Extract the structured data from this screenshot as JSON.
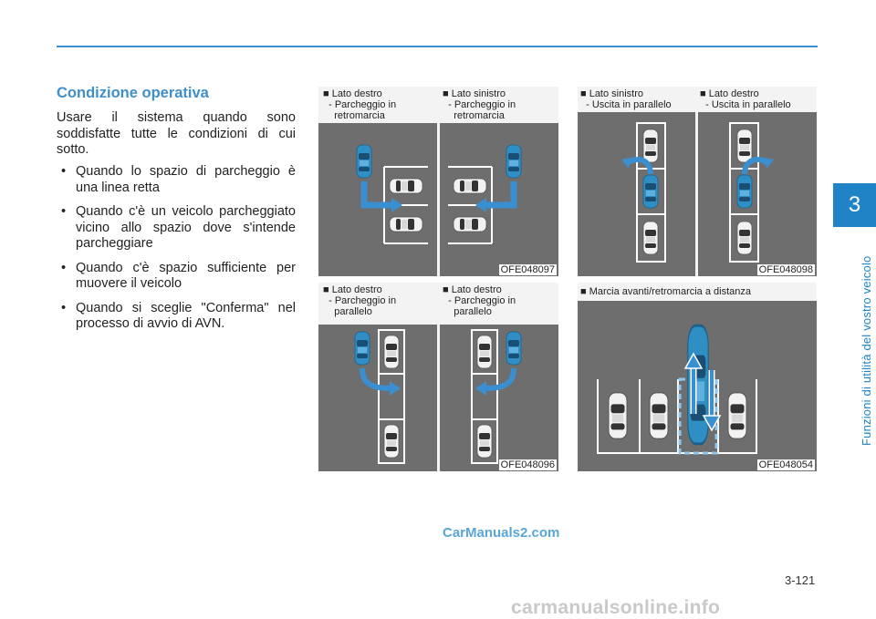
{
  "section": {
    "title": "Condizione operativa"
  },
  "intro": "Usare il sistema quando sono soddisfatte tutte le condizioni di cui sotto.",
  "bullets": [
    "Quando lo spazio di parcheggio è una linea retta",
    "Quando c'è un veicolo parcheggiato vicino allo spazio dove s'intende parcheggiare",
    "Quando c'è spazio sufficiente per muovere il veicolo",
    "Quando si sceglie \"Conferma\" nel processo di avvio di AVN."
  ],
  "bullet_symbol": "•",
  "figures": {
    "f1": {
      "code": "OFE048097",
      "left_label": "■ Lato destro\n  - Parcheggio in\n    retromarcia",
      "right_label": "■ Lato sinistro\n  - Parcheggio in\n    retromarcia"
    },
    "f2": {
      "code": "OFE048098",
      "left_label": "■ Lato sinistro\n  - Uscita in parallelo",
      "right_label": "■ Lato destro\n  - Uscita in parallelo"
    },
    "f3": {
      "code": "OFE048096",
      "left_label": "■ Lato destro\n  - Parcheggio in\n    parallelo",
      "right_label": "■ Lato destro\n  - Parcheggio in\n    parallelo"
    },
    "f4": {
      "code": "OFE048054",
      "label": "■ Marcia avanti/retromarcia a distanza"
    }
  },
  "chapter": {
    "number": "3",
    "title": "Funzioni di utilità del vostro veicolo"
  },
  "page_number": "3-121",
  "watermarks": {
    "top": "CarManuals2.com",
    "bottom": "carmanualsonline.info"
  },
  "colors": {
    "accent": "#1f83c6",
    "title": "#3f8fcb",
    "asphalt": "#6e6e6e",
    "car_blue": "#2f8fc4",
    "arrow_blue": "#3a8fd0"
  }
}
